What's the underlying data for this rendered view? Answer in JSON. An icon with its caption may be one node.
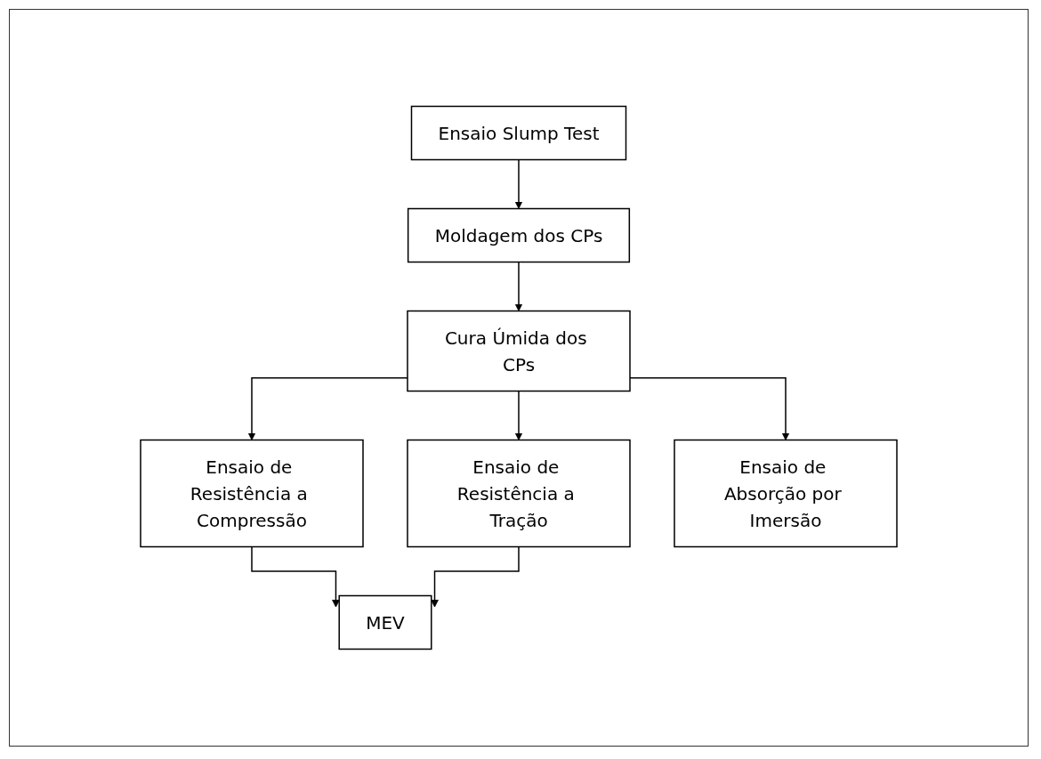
{
  "diagram": {
    "nodes": [
      {
        "text": [
          "Ensaio Slump Test"
        ]
      },
      {
        "text": [
          "Moldagem dos CPs"
        ]
      },
      {
        "text": [
          "Cura Úmida dos CPs"
        ]
      },
      {
        "text": [
          "Ensaio de Resistência a Compressão"
        ]
      },
      {
        "text": [
          "Ensaio de Resistência a Tração"
        ]
      },
      {
        "text": [
          "Ensaio de Absorção por Imersão"
        ]
      },
      {
        "text": [
          "MEV"
        ]
      }
    ],
    "edges": [
      {
        "from": 0,
        "to": 1,
        "arrow": "to"
      },
      {
        "from": 1,
        "to": 2,
        "arrow": "to"
      },
      {
        "from": 2,
        "to": 3,
        "arrow": "to"
      },
      {
        "from": 2,
        "to": 4,
        "arrow": "to"
      },
      {
        "from": 2,
        "to": 5,
        "arrow": "to"
      },
      {
        "from": 3,
        "to": 6,
        "arrow": "to"
      },
      {
        "from": 4,
        "to": 6,
        "arrow": "to"
      }
    ]
  }
}
